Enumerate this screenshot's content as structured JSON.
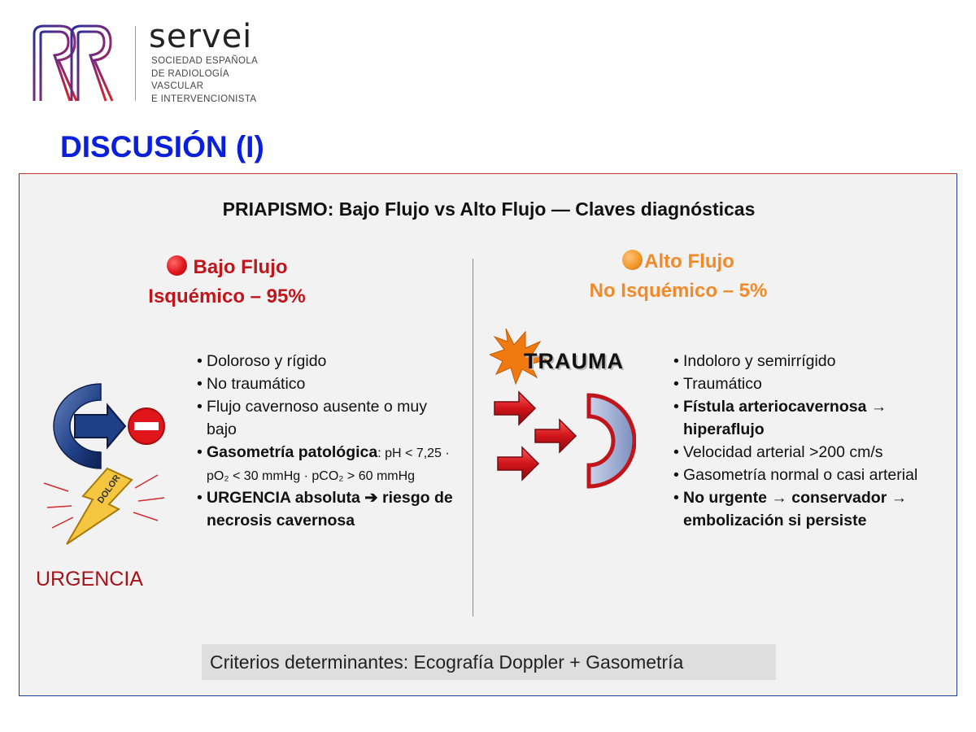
{
  "header": {
    "logo_word": "servei",
    "logo_subtitle": [
      "SOCIEDAD ESPAÑOLA",
      "DE RADIOLOGÍA",
      "VASCULAR",
      "E INTERVENCIONISTA"
    ]
  },
  "page_title": "DISCUSIÓN (I)",
  "panel": {
    "heading": "PRIAPISMO: Bajo Flujo vs Alto Flujo — Claves diagnósticas",
    "low_flow": {
      "title": "Bajo Flujo",
      "subtitle": "Isquémico – 95%",
      "icon_text": "DOLOR",
      "badge": "URGENCIA",
      "items": [
        {
          "text": "Doloroso y rígido"
        },
        {
          "text": "No traumático"
        },
        {
          "text": "Flujo cavernoso ausente o muy bajo"
        },
        {
          "bold": "Gasometría patológica",
          "rest": ": pH < 7,25 · pO₂ < 30 mmHg · pCO₂ > 60 mmHg"
        },
        {
          "bold": "URGENCIA absoluta ➔ riesgo de necrosis cavernosa"
        }
      ]
    },
    "high_flow": {
      "title": "Alto Flujo",
      "subtitle": "No Isquémico – 5%",
      "icon_text": "TRAUMA",
      "items": [
        {
          "text": "Indoloro y semirrígido"
        },
        {
          "text": "Traumático"
        },
        {
          "bold": "Fístula arteriocavernosa → hiperaflujo"
        },
        {
          "text": "Velocidad arterial >200 cm/s"
        },
        {
          "text": "Gasometría normal o casi arterial"
        },
        {
          "bold": "No urgente → conservador → embolización si persiste"
        }
      ]
    },
    "footer": "Criterios determinantes: Ecografía Doppler + Gasometría"
  },
  "colors": {
    "title_blue": "#0a1fdc",
    "low_red": "#c0161b",
    "high_orange": "#f08a2a",
    "panel_bg": "#f2f2f2"
  },
  "icons": [
    "logo-mark",
    "red-dot-icon",
    "orange-dot-icon",
    "blocked-flow-icon",
    "lightning-icon",
    "explosion-icon",
    "arrows-icon",
    "cavernous-body-icon"
  ]
}
